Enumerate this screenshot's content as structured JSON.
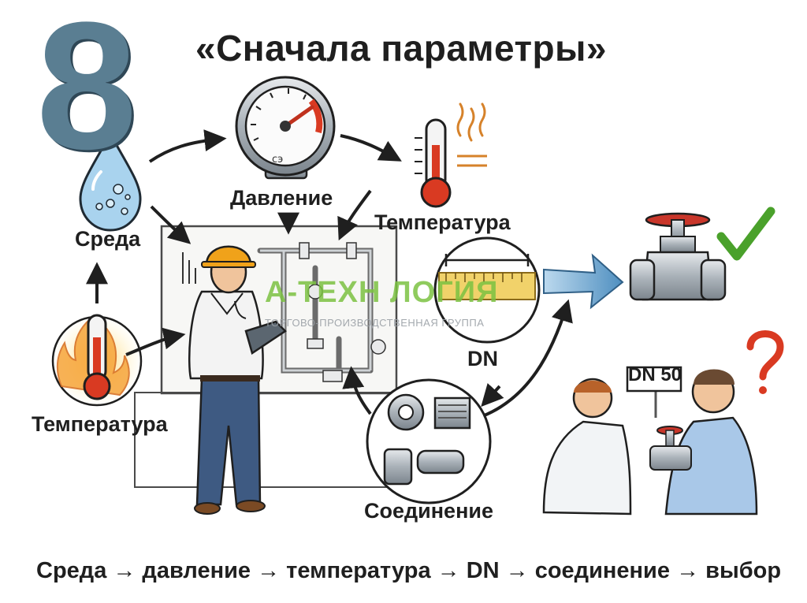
{
  "title": "«Сначала параметры»",
  "step_number": "8",
  "labels": {
    "media": "Среда",
    "pressure": "Давление",
    "temperature_top": "Температура",
    "temperature_left": "Температура",
    "dn": "DN",
    "connection": "Соединение",
    "sign": "DN 50",
    "gauge_mark": "cэ"
  },
  "watermark": {
    "name": "А-ТЕХН  ЛОГИЯ",
    "subtitle": "ТОРГОВО-ПРОИЗВОДСТВЕННАЯ ГРУППА"
  },
  "flow_sequence": "Среда → давление → температура → DN → соединение → выбор",
  "colors": {
    "accent_steel": "#5a7e92",
    "arrow_blue": "#5b9ac6",
    "check_green": "#4aa12b",
    "question_red": "#d93a22",
    "helmet_orange": "#f0a21a",
    "watermark_green": "#7cc242"
  },
  "icons": [
    "drop-icon",
    "pressure-gauge-icon",
    "thermometer-icon",
    "valve-icon",
    "check-icon",
    "question-icon",
    "fittings-icon",
    "ruler-icon"
  ]
}
